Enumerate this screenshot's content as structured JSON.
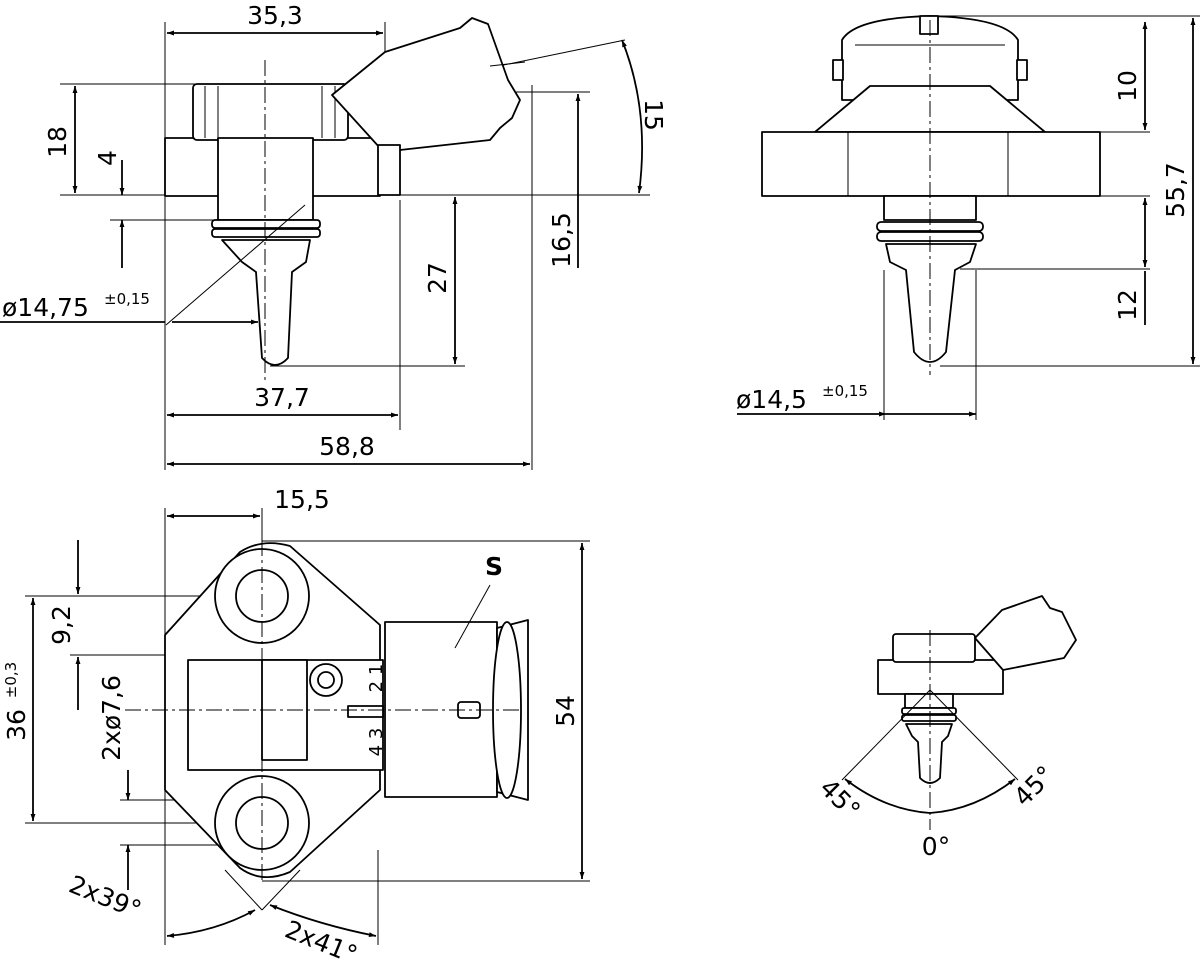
{
  "views": {
    "side": {
      "dims": {
        "width_top": "35,3",
        "height_flange": "18",
        "flange_offset": "4",
        "angle": "15",
        "diameter": "ø14,75",
        "diameter_tol": "±0,15",
        "height_probe": "27",
        "height_connector": "16,5",
        "width_body": "37,7",
        "width_total": "58,8"
      }
    },
    "front": {
      "dims": {
        "top": "10",
        "total_height": "55,7",
        "probe_height": "12",
        "diameter": "ø14,5",
        "diameter_tol": "±0,15"
      }
    },
    "plan": {
      "dims": {
        "offset": "15,5",
        "pitch": "9,2",
        "spacing": "36",
        "spacing_tol": "±0,3",
        "holes": "2xø7,6",
        "height": "54",
        "angle_left": "2x39°",
        "angle_right": "2x41°"
      },
      "connector_label": "S",
      "pins_top": "2 1",
      "pins_bottom": "4 3"
    },
    "mounting": {
      "angle_left": "45°",
      "angle_center": "0°",
      "angle_right": "45°"
    }
  }
}
